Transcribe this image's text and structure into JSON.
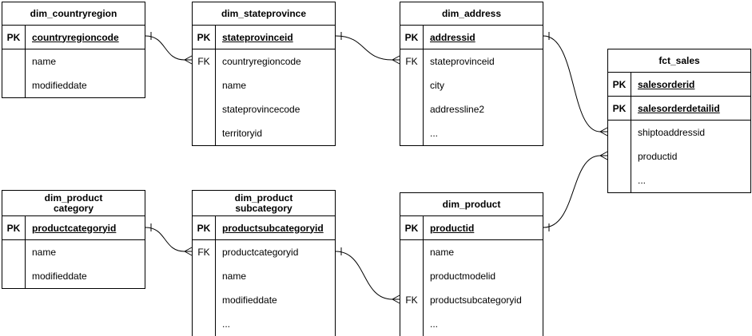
{
  "diagram": {
    "type": "entity-relationship",
    "colors": {
      "line": "#000000",
      "text": "#000000",
      "background": "#ffffff"
    },
    "tables": [
      {
        "name": "dim_countryregion",
        "title_lines": [
          "dim_countryregion"
        ],
        "pk_rows": [
          {
            "key": "PK",
            "attr": "countryregioncode"
          }
        ],
        "body_rows": [
          {
            "key": "",
            "attr": "name"
          },
          {
            "key": "",
            "attr": "modifieddate"
          }
        ]
      },
      {
        "name": "dim_stateprovince",
        "title_lines": [
          "dim_stateprovince"
        ],
        "pk_rows": [
          {
            "key": "PK",
            "attr": "stateprovinceid"
          }
        ],
        "body_rows": [
          {
            "key": "FK",
            "attr": "countryregioncode"
          },
          {
            "key": "",
            "attr": "name"
          },
          {
            "key": "",
            "attr": "stateprovincecode"
          },
          {
            "key": "",
            "attr": "territoryid"
          }
        ]
      },
      {
        "name": "dim_address",
        "title_lines": [
          "dim_address"
        ],
        "pk_rows": [
          {
            "key": "PK",
            "attr": "addressid"
          }
        ],
        "body_rows": [
          {
            "key": "FK",
            "attr": "stateprovinceid"
          },
          {
            "key": "",
            "attr": "city"
          },
          {
            "key": "",
            "attr": "addressline2"
          },
          {
            "key": "",
            "attr": "..."
          }
        ]
      },
      {
        "name": "fct_sales",
        "title_lines": [
          "fct_sales"
        ],
        "pk_rows": [
          {
            "key": "PK",
            "attr": "salesorderid"
          },
          {
            "key": "PK",
            "attr": "salesorderdetailid"
          }
        ],
        "body_rows": [
          {
            "key": "",
            "attr": "shiptoaddressid"
          },
          {
            "key": "",
            "attr": "productid"
          },
          {
            "key": "",
            "attr": "..."
          }
        ]
      },
      {
        "name": "dim_productcategory",
        "title_lines": [
          "dim_product",
          "category"
        ],
        "pk_rows": [
          {
            "key": "PK",
            "attr": "productcategoryid"
          }
        ],
        "body_rows": [
          {
            "key": "",
            "attr": "name"
          },
          {
            "key": "",
            "attr": "modifieddate"
          }
        ]
      },
      {
        "name": "dim_productsubcategory",
        "title_lines": [
          "dim_product",
          "subcategory"
        ],
        "pk_rows": [
          {
            "key": "PK",
            "attr": "productsubcategoryid"
          }
        ],
        "body_rows": [
          {
            "key": "FK",
            "attr": "productcategoryid"
          },
          {
            "key": "",
            "attr": "name"
          },
          {
            "key": "",
            "attr": "modifieddate"
          },
          {
            "key": "",
            "attr": "..."
          }
        ]
      },
      {
        "name": "dim_product",
        "title_lines": [
          "dim_product"
        ],
        "pk_rows": [
          {
            "key": "PK",
            "attr": "productid"
          }
        ],
        "body_rows": [
          {
            "key": "",
            "attr": "name"
          },
          {
            "key": "",
            "attr": "productmodelid"
          },
          {
            "key": "FK",
            "attr": "productsubcategoryid"
          },
          {
            "key": "",
            "attr": "..."
          }
        ]
      }
    ],
    "relationships": [
      {
        "from_table": "dim_countryregion",
        "from_column": "countryregioncode",
        "to_table": "dim_stateprovince",
        "to_column": "countryregioncode",
        "cardinality": "one-to-many"
      },
      {
        "from_table": "dim_stateprovince",
        "from_column": "stateprovinceid",
        "to_table": "dim_address",
        "to_column": "stateprovinceid",
        "cardinality": "one-to-many"
      },
      {
        "from_table": "dim_address",
        "from_column": "addressid",
        "to_table": "fct_sales",
        "to_column": "shiptoaddressid",
        "cardinality": "one-to-many"
      },
      {
        "from_table": "dim_product",
        "from_column": "productid",
        "to_table": "fct_sales",
        "to_column": "productid",
        "cardinality": "one-to-many"
      },
      {
        "from_table": "dim_productcategory",
        "from_column": "productcategoryid",
        "to_table": "dim_productsubcategory",
        "to_column": "productcategoryid",
        "cardinality": "one-to-many"
      },
      {
        "from_table": "dim_productsubcategory",
        "from_column": "productsubcategoryid",
        "to_table": "dim_product",
        "to_column": "productsubcategoryid",
        "cardinality": "one-to-many"
      }
    ]
  }
}
